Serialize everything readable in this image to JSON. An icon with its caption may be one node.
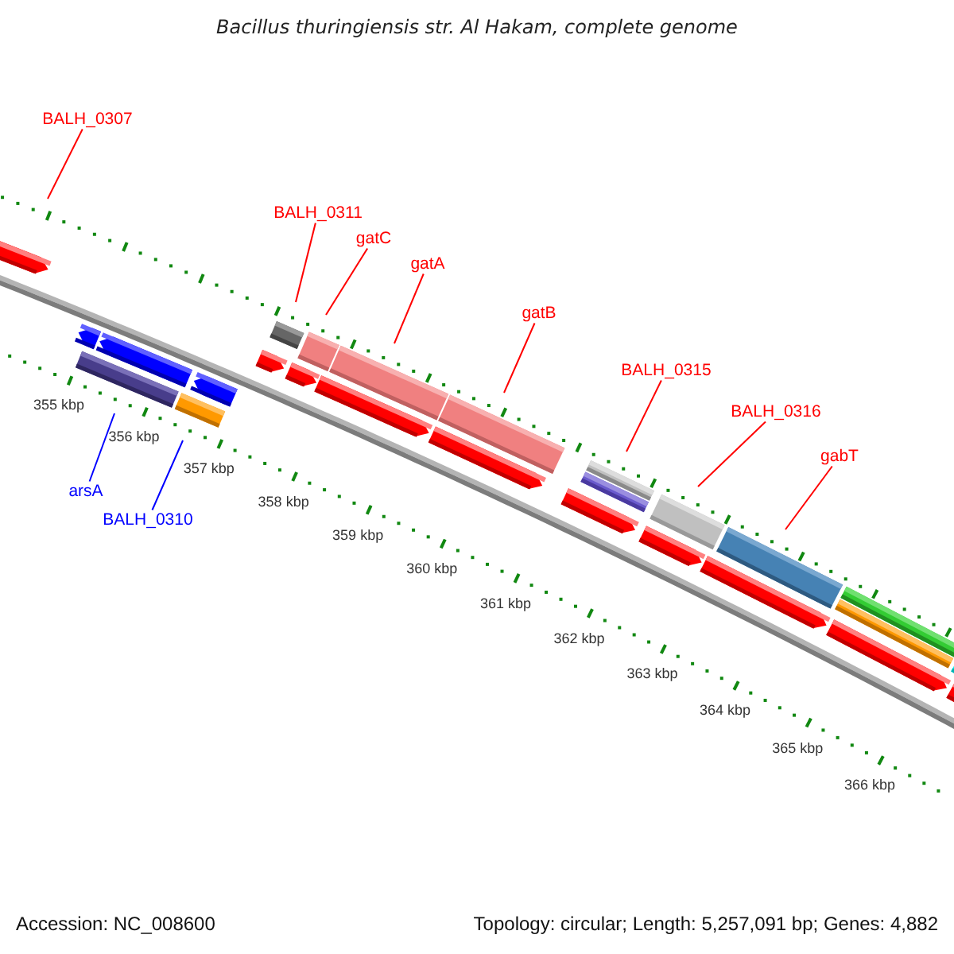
{
  "diagram": {
    "title": "Bacillus thuringiensis str. Al Hakam, complete genome",
    "nodes": [
      {
        "text": [
          "BALH_0307"
        ]
      },
      {
        "text": [
          "BALH_0311"
        ]
      },
      {
        "text": [
          "gatC"
        ]
      },
      {
        "text": [
          "gatA"
        ]
      },
      {
        "text": [
          "gatB"
        ]
      },
      {
        "text": [
          "BALH_0315"
        ]
      },
      {
        "text": [
          "BALH_0316"
        ]
      },
      {
        "text": [
          "gabT"
        ]
      },
      {
        "text": [
          "arsA"
        ]
      },
      {
        "text": [
          "BALH_0310"
        ]
      }
    ],
    "edges": [
      {
        "from": 0,
        "to": null,
        "arrow": "none"
      },
      {
        "from": 1,
        "to": null,
        "arrow": "none"
      },
      {
        "from": 2,
        "to": null,
        "arrow": "none"
      },
      {
        "from": 3,
        "to": null,
        "arrow": "none"
      },
      {
        "from": 4,
        "to": null,
        "arrow": "none"
      },
      {
        "from": 5,
        "to": null,
        "arrow": "none"
      },
      {
        "from": 6,
        "to": null,
        "arrow": "none"
      },
      {
        "from": 7,
        "to": null,
        "arrow": "none"
      },
      {
        "from": 8,
        "to": null,
        "arrow": "none",
        "color": "#0000ff"
      },
      {
        "from": 9,
        "to": null,
        "arrow": "none",
        "color": "#0000ff"
      }
    ],
    "labels": [
      "355 kbp",
      "356 kbp",
      "357 kbp",
      "358 kbp",
      "359 kbp",
      "360 kbp",
      "361 kbp",
      "362 kbp",
      "363 kbp",
      "364 kbp",
      "365 kbp",
      "366 kbp",
      "Accession: NC_008600",
      "Topology: circular; Length: 5,257,091 bp; Genes: 4,882"
    ]
  }
}
